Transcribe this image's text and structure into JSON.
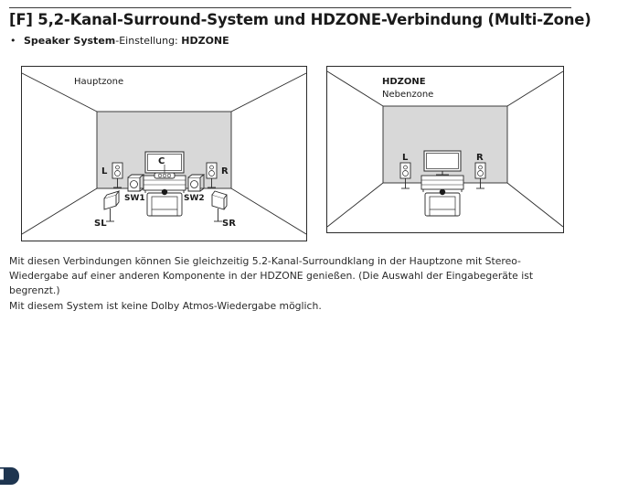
{
  "heading": {
    "title": "[F] 5,2-Kanal-Surround-System und HDZONE-Verbindung (Multi-Zone)"
  },
  "setting": {
    "bullet": "•",
    "label": "Speaker System",
    "middle": "-Einstellung: ",
    "value": "HDZONE"
  },
  "main_zone": {
    "title": "Hauptzone",
    "speakers": {
      "center": "C",
      "left": "L",
      "right": "R",
      "subwoofer_1": "SW1",
      "subwoofer_2": "SW2",
      "surround_left": "SL",
      "surround_right": "SR"
    }
  },
  "sub_zone": {
    "title": "HDZONE",
    "subtitle": "Nebenzone",
    "speakers": {
      "left": "L",
      "right": "R"
    }
  },
  "description": [
    "Mit diesen Verbindungen können Sie gleichzeitig 5.2-Kanal-Surroundklang in der Hauptzone mit Stereo-Wiedergabe auf einer anderen Komponente in der HDZONE genießen. (Die Auswahl der Eingabegeräte ist begrenzt.)",
    "Mit diesem System ist keine Dolby Atmos-Wiedergabe möglich."
  ],
  "colors": {
    "back_wall": "#d8d8d8",
    "line": "#2a2a2a",
    "page_tab": "#1e3550"
  },
  "page_tab": {
    "icon": "page-marker-tab"
  }
}
